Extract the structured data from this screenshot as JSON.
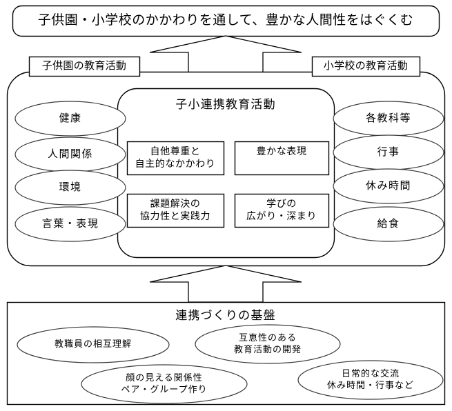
{
  "diagram": {
    "banner": {
      "text": "子供園・小学校のかかわりを通して、豊かな人間性をはぐくむ"
    },
    "left_section": {
      "title": "子供園の教育活動",
      "items": [
        "健康",
        "人間関係",
        "環境",
        "言葉・表現"
      ]
    },
    "right_section": {
      "title": "小学校の教育活動",
      "items": [
        "各教科等",
        "行事",
        "休み時間",
        "給食"
      ]
    },
    "center": {
      "title": "子小連携教育活動",
      "boxes": [
        {
          "lines": [
            "自他尊重と",
            "自主的なかかわり"
          ]
        },
        {
          "lines": [
            "豊かな表現"
          ]
        },
        {
          "lines": [
            "課題解決の",
            "協力性と実践力"
          ]
        },
        {
          "lines": [
            "学びの",
            "広がり・深まり"
          ]
        }
      ]
    },
    "foundation": {
      "title": "連携づくりの基盤",
      "items": [
        {
          "lines": [
            "教職員の相互理解"
          ]
        },
        {
          "lines": [
            "互恵性のある",
            "教育活動の開発"
          ]
        },
        {
          "lines": [
            "顔の見える関係性",
            "ペア・グループ作り"
          ]
        },
        {
          "lines": [
            "日常的な交流",
            "休み時間・行事など"
          ]
        }
      ]
    },
    "colors": {
      "stroke": "#000000",
      "background": "#ffffff",
      "text": "#000000"
    }
  }
}
